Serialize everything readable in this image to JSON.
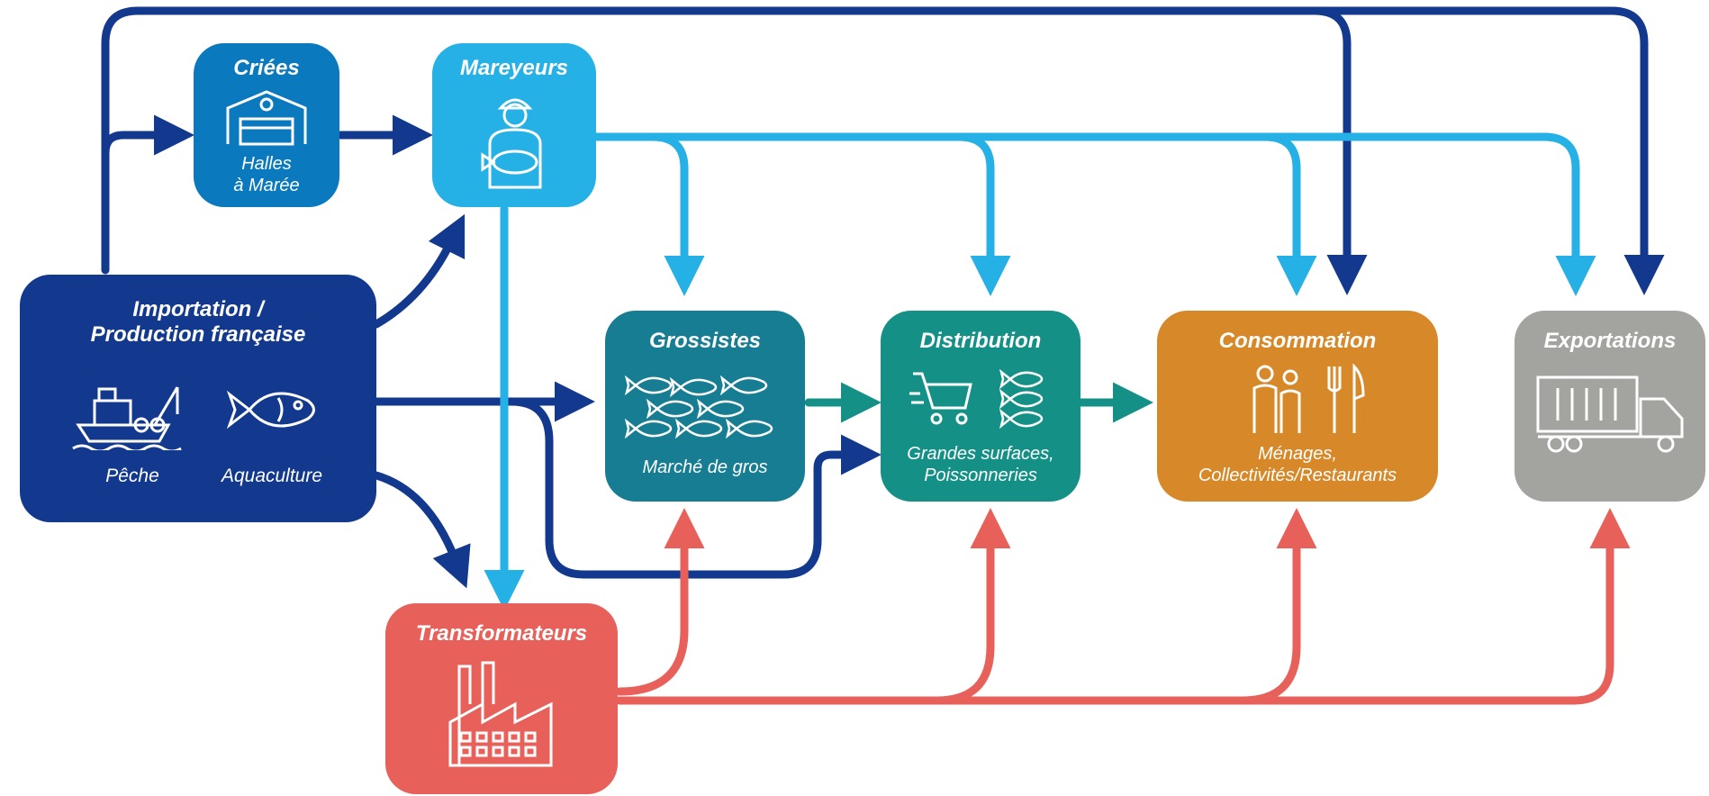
{
  "colors": {
    "dark_blue": "#13398f",
    "mid_blue": "#0b79bd",
    "light_blue": "#25b1e6",
    "teal_dark": "#177d92",
    "teal": "#149087",
    "orange": "#d7892a",
    "gray": "#a3a3a0",
    "coral": "#e8605a"
  },
  "nodes": {
    "importation": {
      "title": "Importation /\nProduction française",
      "left_label": "Pêche",
      "right_label": "Aquaculture",
      "icons": [
        "fishing-boat-icon",
        "fish-icon"
      ]
    },
    "criees": {
      "title": "Criées",
      "subtitle": "Halles\nà Marée",
      "icon": "market-hall-icon"
    },
    "mareyeurs": {
      "title": "Mareyeurs",
      "icon": "fishmonger-icon"
    },
    "grossistes": {
      "title": "Grossistes",
      "subtitle": "Marché de gros",
      "icon": "fish-school-icon"
    },
    "distribution": {
      "title": "Distribution",
      "subtitle": "Grandes surfaces,\nPoissonneries",
      "icons": [
        "shopping-cart-icon",
        "fish-stack-icon"
      ]
    },
    "consommation": {
      "title": "Consommation",
      "subtitle": "Ménages,\nCollectivités/Restaurants",
      "icons": [
        "family-icon",
        "fork-knife-icon"
      ]
    },
    "exportations": {
      "title": "Exportations",
      "icon": "truck-icon"
    },
    "transformateurs": {
      "title": "Transformateurs",
      "icon": "factory-icon"
    }
  },
  "flows": [
    {
      "from": "importation",
      "to": "criees",
      "color": "dark_blue"
    },
    {
      "from": "importation",
      "to": "mareyeurs",
      "color": "dark_blue"
    },
    {
      "from": "importation",
      "to": "grossistes",
      "color": "dark_blue"
    },
    {
      "from": "importation",
      "to": "distribution",
      "color": "dark_blue"
    },
    {
      "from": "importation",
      "to": "transformateurs",
      "color": "dark_blue"
    },
    {
      "from": "importation",
      "to": "consommation",
      "color": "dark_blue"
    },
    {
      "from": "importation",
      "to": "exportations",
      "color": "dark_blue"
    },
    {
      "from": "criees",
      "to": "mareyeurs",
      "color": "dark_blue"
    },
    {
      "from": "mareyeurs",
      "to": "grossistes",
      "color": "light_blue"
    },
    {
      "from": "mareyeurs",
      "to": "distribution",
      "color": "light_blue"
    },
    {
      "from": "mareyeurs",
      "to": "consommation",
      "color": "light_blue"
    },
    {
      "from": "mareyeurs",
      "to": "exportations",
      "color": "light_blue"
    },
    {
      "from": "mareyeurs",
      "to": "transformateurs",
      "color": "light_blue"
    },
    {
      "from": "grossistes",
      "to": "distribution",
      "color": "teal"
    },
    {
      "from": "distribution",
      "to": "consommation",
      "color": "teal"
    },
    {
      "from": "transformateurs",
      "to": "grossistes",
      "color": "coral"
    },
    {
      "from": "transformateurs",
      "to": "distribution",
      "color": "coral"
    },
    {
      "from": "transformateurs",
      "to": "consommation",
      "color": "coral"
    },
    {
      "from": "transformateurs",
      "to": "exportations",
      "color": "coral"
    }
  ]
}
